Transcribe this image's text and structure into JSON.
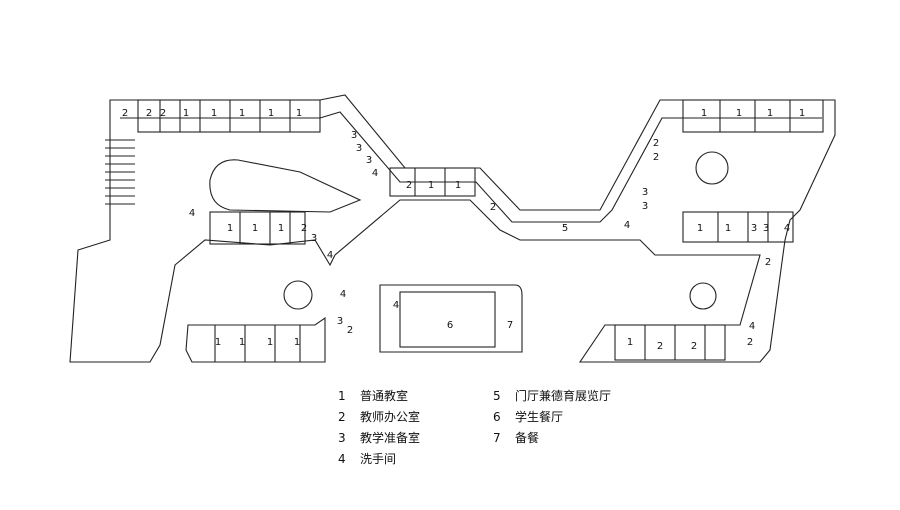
{
  "plan": {
    "room_labels": [
      {
        "id": "r1",
        "text": "2"
      },
      {
        "id": "r2",
        "text": "2"
      },
      {
        "id": "r3",
        "text": "2"
      },
      {
        "id": "r4",
        "text": "1"
      },
      {
        "id": "r5",
        "text": "1"
      },
      {
        "id": "r6",
        "text": "1"
      },
      {
        "id": "r7",
        "text": "1"
      },
      {
        "id": "r8",
        "text": "1"
      },
      {
        "id": "r9",
        "text": "3"
      },
      {
        "id": "r10",
        "text": "3"
      },
      {
        "id": "r11",
        "text": "3"
      },
      {
        "id": "r12",
        "text": "4"
      },
      {
        "id": "r13",
        "text": "2"
      },
      {
        "id": "r14",
        "text": "1"
      },
      {
        "id": "r15",
        "text": "1"
      },
      {
        "id": "r16",
        "text": "2"
      },
      {
        "id": "r17",
        "text": "4"
      },
      {
        "id": "r18",
        "text": "1"
      },
      {
        "id": "r19",
        "text": "1"
      },
      {
        "id": "r20",
        "text": "1"
      },
      {
        "id": "r21",
        "text": "2"
      },
      {
        "id": "r22",
        "text": "3"
      },
      {
        "id": "r23",
        "text": "4"
      },
      {
        "id": "r24",
        "text": "4"
      },
      {
        "id": "r25",
        "text": "5"
      },
      {
        "id": "r26",
        "text": "4"
      },
      {
        "id": "r27",
        "text": "6"
      },
      {
        "id": "r28",
        "text": "7"
      },
      {
        "id": "r29",
        "text": "3"
      },
      {
        "id": "r30",
        "text": "2"
      },
      {
        "id": "r31",
        "text": "1"
      },
      {
        "id": "r32",
        "text": "1"
      },
      {
        "id": "r33",
        "text": "1"
      },
      {
        "id": "r34",
        "text": "1"
      },
      {
        "id": "r35",
        "text": "1"
      },
      {
        "id": "r36",
        "text": "1"
      },
      {
        "id": "r37",
        "text": "1"
      },
      {
        "id": "r38",
        "text": "1"
      },
      {
        "id": "r39",
        "text": "2"
      },
      {
        "id": "r40",
        "text": "2"
      },
      {
        "id": "r41",
        "text": "3"
      },
      {
        "id": "r42",
        "text": "3"
      },
      {
        "id": "r43",
        "text": "4"
      },
      {
        "id": "r44",
        "text": "1"
      },
      {
        "id": "r45",
        "text": "1"
      },
      {
        "id": "r46",
        "text": "3"
      },
      {
        "id": "r47",
        "text": "3"
      },
      {
        "id": "r48",
        "text": "4"
      },
      {
        "id": "r49",
        "text": "2"
      },
      {
        "id": "r50",
        "text": "1"
      },
      {
        "id": "r51",
        "text": "2"
      },
      {
        "id": "r52",
        "text": "2"
      },
      {
        "id": "r53",
        "text": "4"
      },
      {
        "id": "r54",
        "text": "2"
      }
    ]
  },
  "legend": {
    "left": [
      {
        "num": "1",
        "label": "普通教室"
      },
      {
        "num": "2",
        "label": "教师办公室"
      },
      {
        "num": "3",
        "label": "教学准备室"
      },
      {
        "num": "4",
        "label": "洗手间"
      }
    ],
    "right": [
      {
        "num": "5",
        "label": "门厅兼德育展览厅"
      },
      {
        "num": "6",
        "label": "学生餐厅"
      },
      {
        "num": "7",
        "label": "备餐"
      }
    ]
  }
}
